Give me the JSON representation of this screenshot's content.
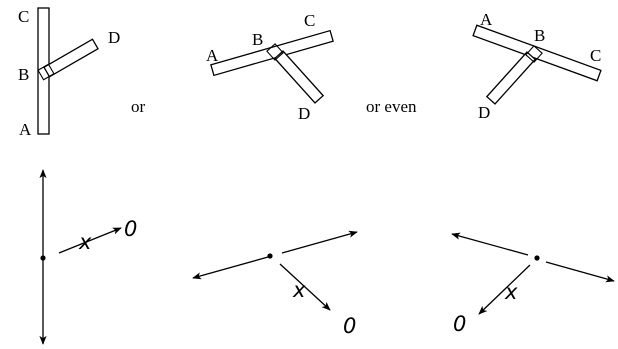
{
  "separators": [
    "or",
    "or even"
  ],
  "point_labels": {
    "A": "A",
    "B": "B",
    "C": "C",
    "D": "D"
  },
  "vector_labels": {
    "x": "x",
    "zero": "0"
  },
  "colors": {
    "ink": "#000000",
    "background": "#ffffff"
  }
}
